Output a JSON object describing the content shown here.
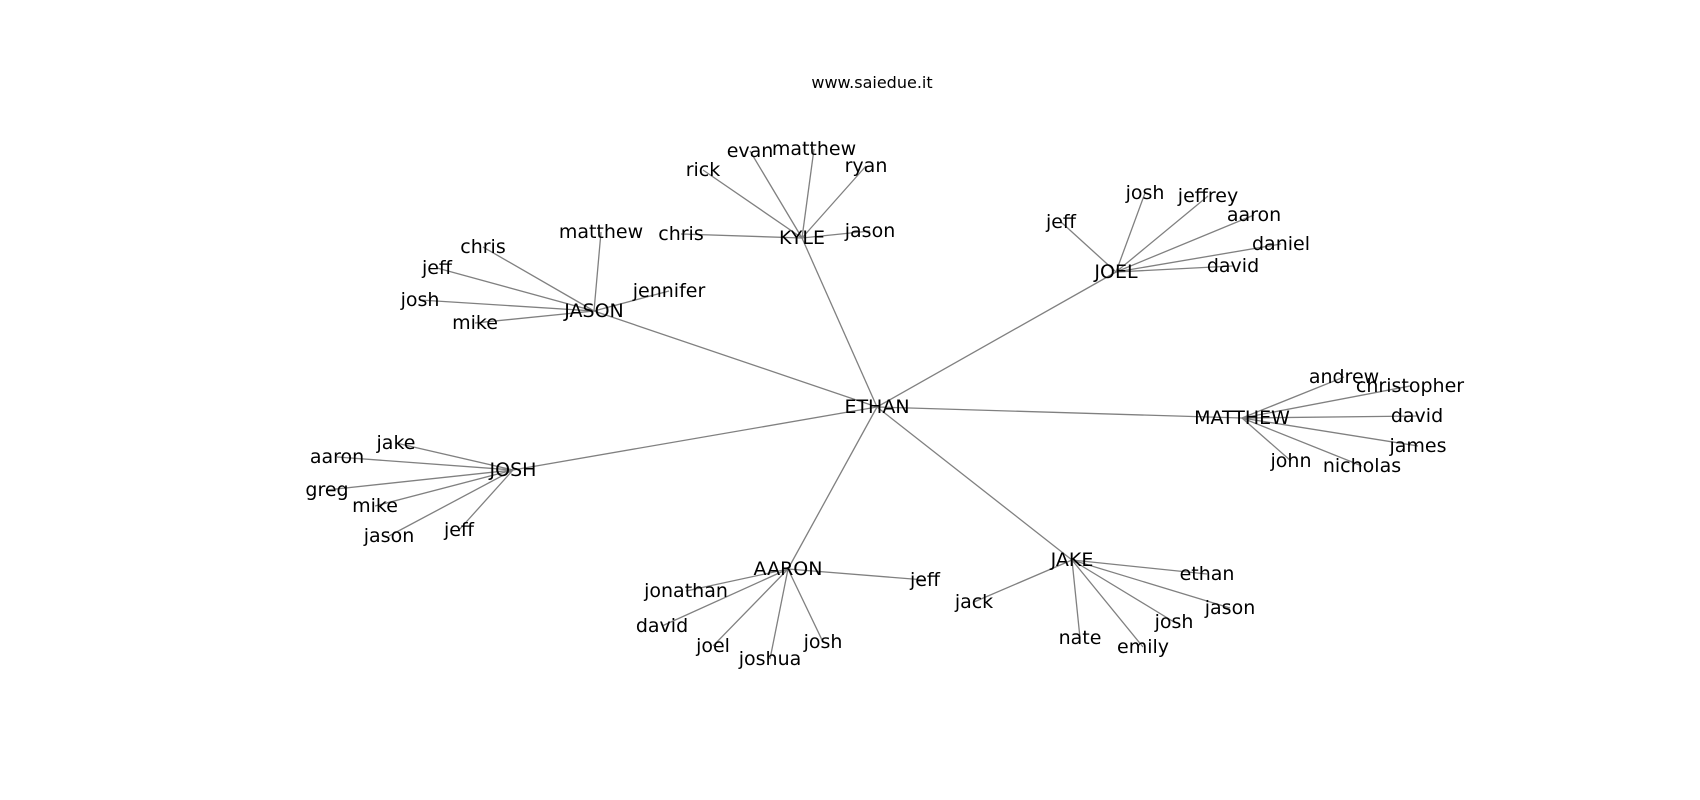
{
  "title": "www.saiedue.it",
  "colors": {
    "background": "#ffffff",
    "edge": "#808080",
    "label": "#000000"
  },
  "graph": {
    "root": "ETHAN",
    "hubs": [
      {
        "label": "KYLE",
        "leaves": [
          "rick",
          "evan",
          "matthew",
          "ryan",
          "chris",
          "jason"
        ]
      },
      {
        "label": "JOEL",
        "leaves": [
          "jeff",
          "josh",
          "jeffrey",
          "aaron",
          "daniel",
          "david"
        ]
      },
      {
        "label": "JASON",
        "leaves": [
          "chris",
          "matthew",
          "jeff",
          "jennifer",
          "josh",
          "mike"
        ]
      },
      {
        "label": "MATTHEW",
        "leaves": [
          "andrew",
          "christopher",
          "david",
          "james",
          "john",
          "nicholas"
        ]
      },
      {
        "label": "JOSH",
        "leaves": [
          "jake",
          "aaron",
          "greg",
          "mike",
          "jason",
          "jeff"
        ]
      },
      {
        "label": "AARON",
        "leaves": [
          "jeff",
          "jonathan",
          "david",
          "joel",
          "joshua",
          "josh"
        ]
      },
      {
        "label": "JAKE",
        "leaves": [
          "ethan",
          "jack",
          "jason",
          "josh",
          "nate",
          "emily"
        ]
      }
    ]
  }
}
